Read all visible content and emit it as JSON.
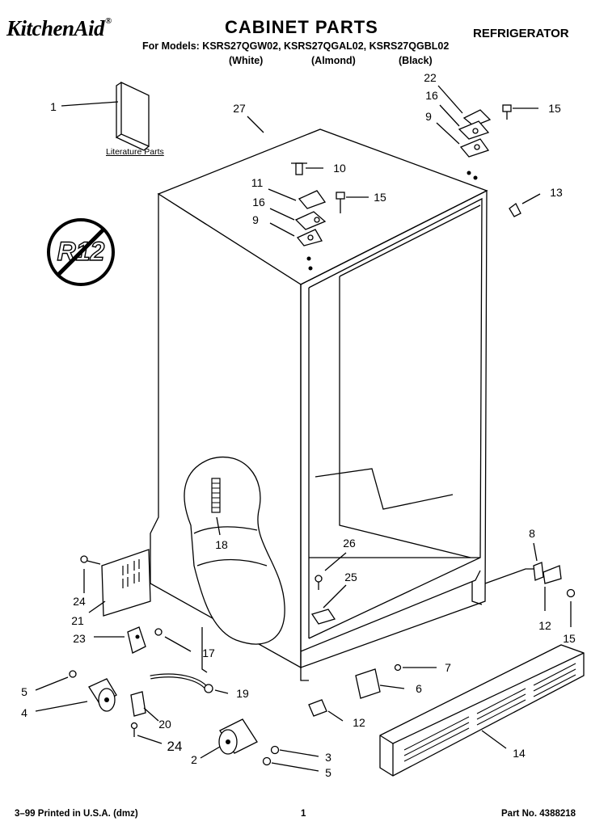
{
  "header": {
    "brand": "KitchenAid",
    "brand_mark": "®",
    "title": "CABINET PARTS",
    "product": "REFRIGERATOR",
    "models_line": "For Models: KSRS27QGW02, KSRS27QGAL02, KSRS27QGBL02",
    "variants": [
      "(White)",
      "(Almond)",
      "(Black)"
    ]
  },
  "literature_label": "Literature Parts",
  "callouts": [
    {
      "id": "c1",
      "label": "1"
    },
    {
      "id": "c27",
      "label": "27"
    },
    {
      "id": "c10",
      "label": "10"
    },
    {
      "id": "c11",
      "label": "11"
    },
    {
      "id": "c16a",
      "label": "16"
    },
    {
      "id": "c15a",
      "label": "15"
    },
    {
      "id": "c9a",
      "label": "9"
    },
    {
      "id": "c22",
      "label": "22"
    },
    {
      "id": "c16b",
      "label": "16"
    },
    {
      "id": "c9b",
      "label": "9"
    },
    {
      "id": "c15b",
      "label": "15"
    },
    {
      "id": "c13",
      "label": "13"
    },
    {
      "id": "c18",
      "label": "18"
    },
    {
      "id": "c26",
      "label": "26"
    },
    {
      "id": "c25",
      "label": "25"
    },
    {
      "id": "c8",
      "label": "8"
    },
    {
      "id": "c12a",
      "label": "12"
    },
    {
      "id": "c15c",
      "label": "15"
    },
    {
      "id": "c24a",
      "label": "24"
    },
    {
      "id": "c21",
      "label": "21"
    },
    {
      "id": "c23",
      "label": "23"
    },
    {
      "id": "c17",
      "label": "17"
    },
    {
      "id": "c5a",
      "label": "5"
    },
    {
      "id": "c4",
      "label": "4"
    },
    {
      "id": "c20",
      "label": "20"
    },
    {
      "id": "c19",
      "label": "19"
    },
    {
      "id": "c24b",
      "label": "24"
    },
    {
      "id": "c7",
      "label": "7"
    },
    {
      "id": "c6",
      "label": "6"
    },
    {
      "id": "c12b",
      "label": "12"
    },
    {
      "id": "c14",
      "label": "14"
    },
    {
      "id": "c2",
      "label": "2"
    },
    {
      "id": "c3",
      "label": "3"
    },
    {
      "id": "c5b",
      "label": "5"
    }
  ],
  "footer": {
    "left": "3–99 Printed in U.S.A. (dmz)",
    "center": "1",
    "right": "Part No. 4388218"
  }
}
